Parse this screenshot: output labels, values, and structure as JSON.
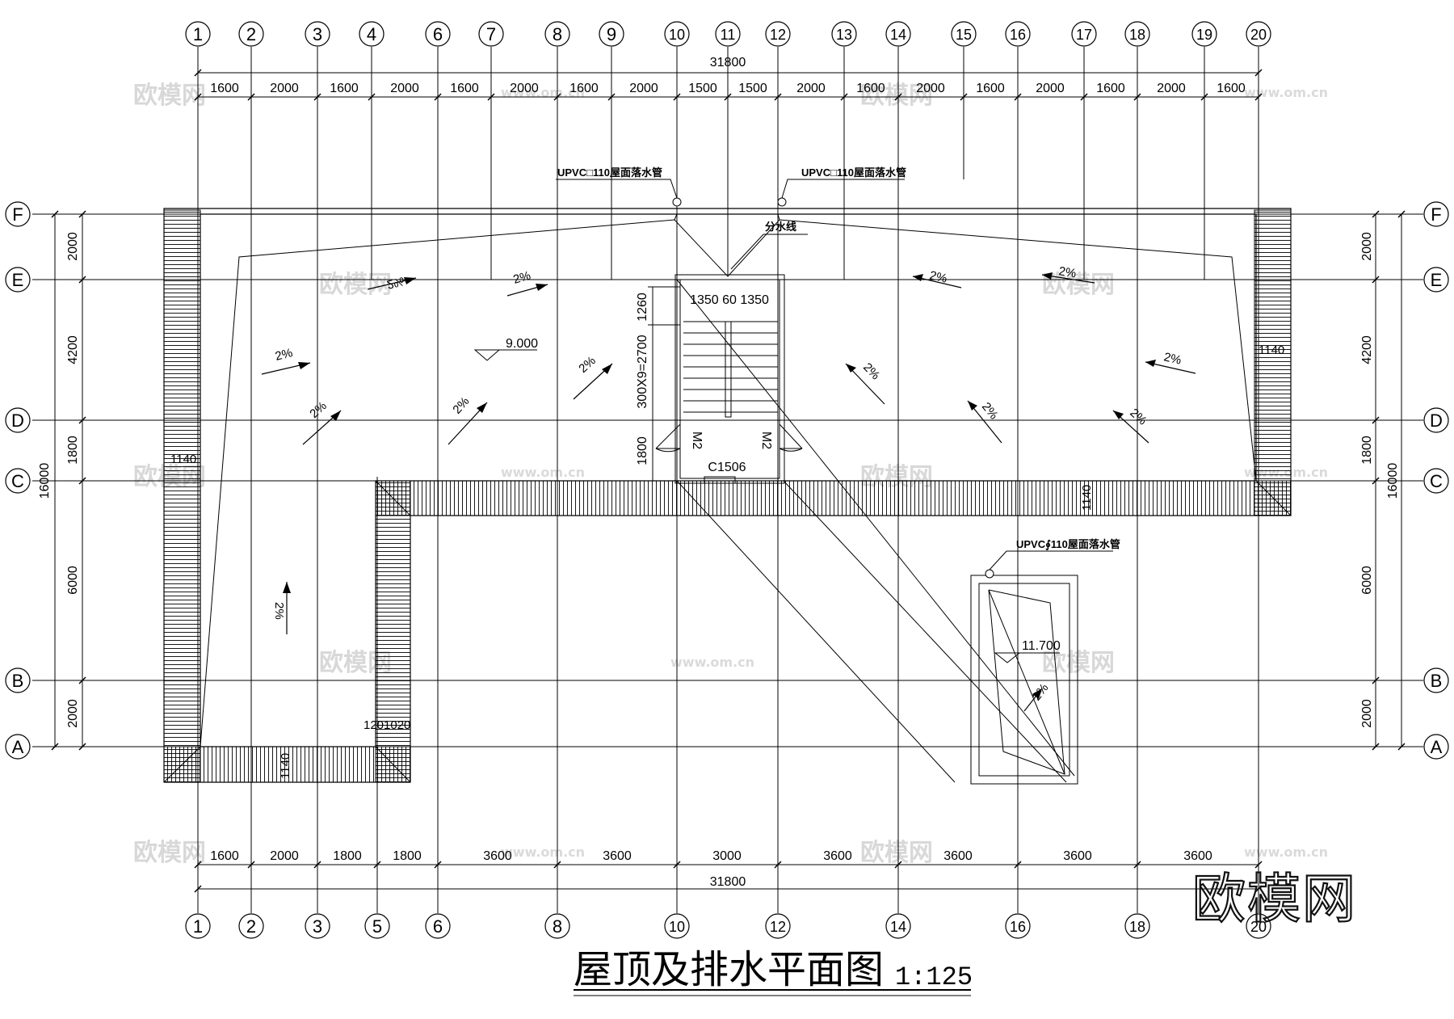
{
  "title": "屋顶及排水平面图",
  "scale": "1:125",
  "logo_text": "欧模网",
  "watermark": {
    "text": "欧模网",
    "url": "www.om.cn"
  },
  "axes": {
    "top": [
      "1",
      "2",
      "3",
      "4",
      "6",
      "7",
      "8",
      "9",
      "10",
      "11",
      "12",
      "13",
      "14",
      "15",
      "16",
      "17",
      "18",
      "19",
      "20"
    ],
    "bottom": [
      "1",
      "2",
      "3",
      "5",
      "6",
      "8",
      "10",
      "12",
      "14",
      "16",
      "18",
      "20"
    ],
    "rows": [
      "F",
      "E",
      "D",
      "C",
      "B",
      "A"
    ]
  },
  "dimensions": {
    "top_total": "31800",
    "top_segments": [
      "1600",
      "2000",
      "1600",
      "2000",
      "1600",
      "2000",
      "1600",
      "2000",
      "1500",
      "1500",
      "2000",
      "1600",
      "2000",
      "1600",
      "2000",
      "1600",
      "2000",
      "1600"
    ],
    "bottom_segments": [
      "1600",
      "2000",
      "1800",
      "1800",
      "3600",
      "3600",
      "3000",
      "3600",
      "3600",
      "3600",
      "3600"
    ],
    "bottom_total": "31800",
    "left_total": "16000",
    "left_segments": [
      "2000",
      "4200",
      "1800",
      "6000",
      "2000"
    ],
    "right_total": "16000",
    "right_segments": [
      "2000",
      "4200",
      "1800",
      "6000",
      "2000"
    ]
  },
  "annotations": {
    "drain_left": "UPVC□110屋面落水管",
    "drain_right": "UPVC□110屋面落水管",
    "drain_lower": "UPVC∮110屋面落水管",
    "ridge": "分水线",
    "elev_main": "9.000",
    "elev_upper": "11.700",
    "stair_widths": "1350 60 1350",
    "stair_run": "300X9=2700",
    "stair_top": "1260",
    "stair_bottom": "1800",
    "door_left": "M2",
    "door_right": "M2",
    "window": "C1506",
    "gutter_width": "1140",
    "gutter_dim": "1201020",
    "slope": "2%"
  },
  "colors": {
    "line": "#000000",
    "watermark": "#d8d8d8"
  }
}
